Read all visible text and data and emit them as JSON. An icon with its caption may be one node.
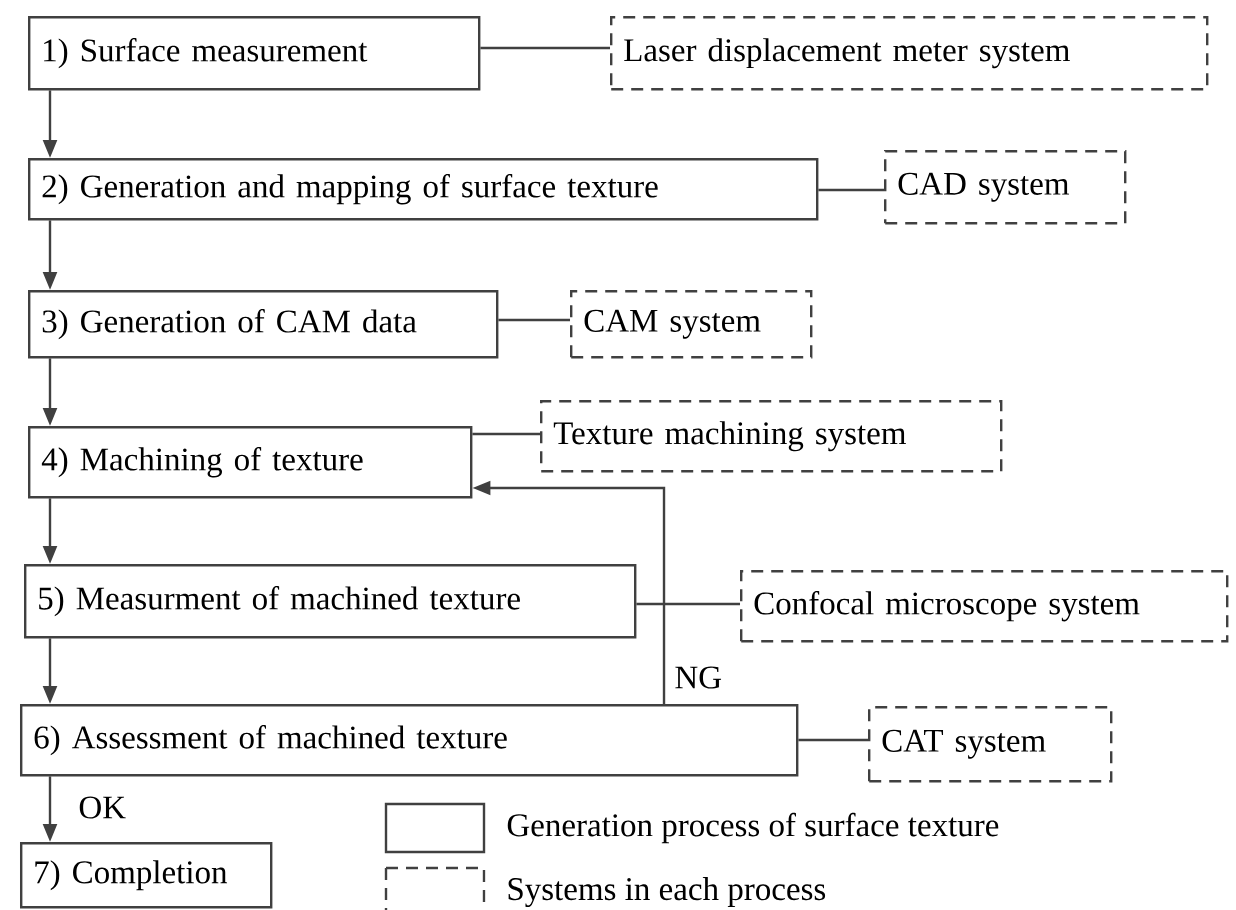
{
  "diagram": {
    "nodes": [
      {
        "text": [
          "1) Surface measurement"
        ]
      },
      {
        "text": [
          "2) Generation and mapping of surface texture"
        ]
      },
      {
        "text": [
          "3) Generation of CAM data"
        ]
      },
      {
        "text": [
          "4) Machining of texture"
        ]
      },
      {
        "text": [
          "5) Measurment of machined texture"
        ]
      },
      {
        "text": [
          "6) Assessment of machined texture"
        ]
      },
      {
        "text": [
          "7) Completion"
        ]
      },
      {
        "text": [
          "Laser displacement meter system"
        ]
      },
      {
        "text": [
          "CAD system"
        ]
      },
      {
        "text": [
          "CAM system"
        ]
      },
      {
        "text": [
          "Texture machining system"
        ]
      },
      {
        "text": [
          "Confocal microscope system"
        ]
      },
      {
        "text": [
          "CAT system"
        ]
      }
    ],
    "edges": [
      {
        "from": 0,
        "to": 1,
        "arrow": "to"
      },
      {
        "from": 1,
        "to": 2,
        "arrow": "to"
      },
      {
        "from": 2,
        "to": 3,
        "arrow": "to"
      },
      {
        "from": 3,
        "to": 4,
        "arrow": "to"
      },
      {
        "from": 4,
        "to": 5,
        "arrow": "to"
      },
      {
        "from": 5,
        "to": 6,
        "label": "OK",
        "arrow": "to"
      },
      {
        "from": 5,
        "to": 3,
        "label": "NG",
        "arrow": "to"
      },
      {
        "from": 0,
        "to": 7,
        "arrow": "none"
      },
      {
        "from": 1,
        "to": 8,
        "arrow": "none"
      },
      {
        "from": 2,
        "to": 9,
        "arrow": "none"
      },
      {
        "from": 3,
        "to": 10,
        "arrow": "none"
      },
      {
        "from": 4,
        "to": 11,
        "arrow": "none"
      },
      {
        "from": 5,
        "to": 12,
        "arrow": "none"
      }
    ],
    "legend": [
      {
        "text": "Generation process of surface texture"
      },
      {
        "text": "Systems in each process"
      }
    ]
  }
}
